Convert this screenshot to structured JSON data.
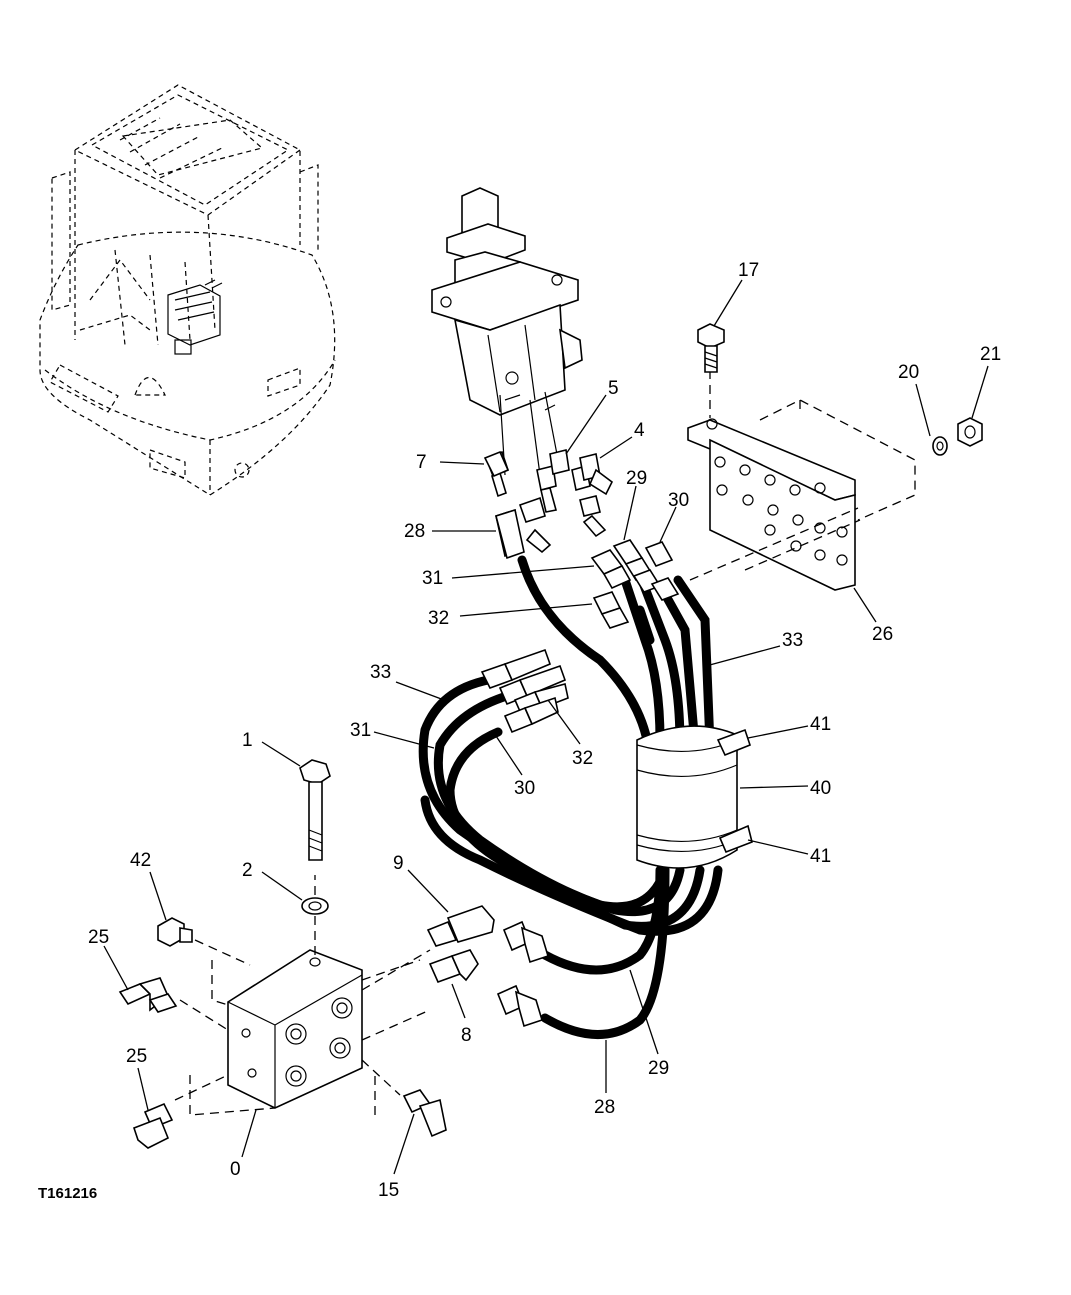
{
  "figure_id": "T161216",
  "callouts": [
    {
      "id": "c1",
      "label": "1"
    },
    {
      "id": "c2",
      "label": "2"
    },
    {
      "id": "c42",
      "label": "42"
    },
    {
      "id": "c25a",
      "label": "25"
    },
    {
      "id": "c25b",
      "label": "25"
    },
    {
      "id": "c0",
      "label": "0"
    },
    {
      "id": "c15",
      "label": "15"
    },
    {
      "id": "c9",
      "label": "9"
    },
    {
      "id": "c8",
      "label": "8"
    },
    {
      "id": "c28b",
      "label": "28"
    },
    {
      "id": "c29b",
      "label": "29"
    },
    {
      "id": "c33a",
      "label": "33"
    },
    {
      "id": "c31a",
      "label": "31"
    },
    {
      "id": "c30a",
      "label": "30"
    },
    {
      "id": "c32a",
      "label": "32"
    },
    {
      "id": "c41a",
      "label": "41"
    },
    {
      "id": "c40",
      "label": "40"
    },
    {
      "id": "c41b",
      "label": "41"
    },
    {
      "id": "c7",
      "label": "7"
    },
    {
      "id": "c5",
      "label": "5"
    },
    {
      "id": "c4",
      "label": "4"
    },
    {
      "id": "c28a",
      "label": "28"
    },
    {
      "id": "c29a",
      "label": "29"
    },
    {
      "id": "c30b",
      "label": "30"
    },
    {
      "id": "c31b",
      "label": "31"
    },
    {
      "id": "c32b",
      "label": "32"
    },
    {
      "id": "c33b",
      "label": "33"
    },
    {
      "id": "c26",
      "label": "26"
    },
    {
      "id": "c17",
      "label": "17"
    },
    {
      "id": "c20",
      "label": "20"
    },
    {
      "id": "c21",
      "label": "21"
    }
  ]
}
